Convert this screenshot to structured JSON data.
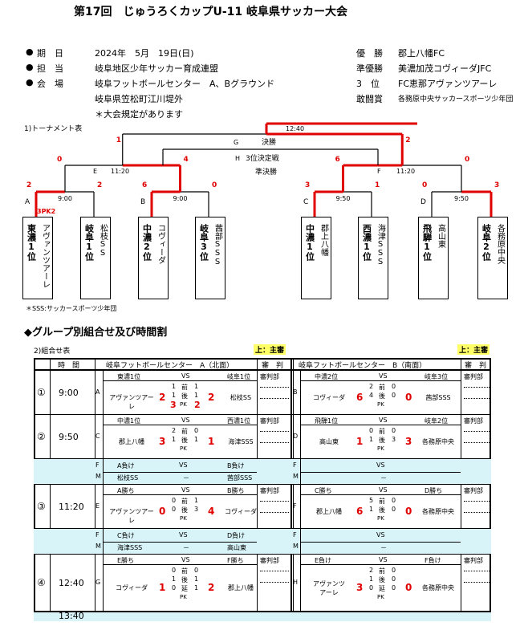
{
  "title": "第17回　じゅうろくカップU-11 岐阜県サッカー大会",
  "info": {
    "rows": [
      {
        "bullet": "●",
        "label": "期　日",
        "value": "2024年　5月　19日(日)"
      },
      {
        "bullet": "●",
        "label": "担　当",
        "value": "岐阜地区少年サッカー育成連盟"
      },
      {
        "bullet": "●",
        "label": "会　場",
        "value": "岐阜フットボールセンター　A、Bグラウンド"
      }
    ],
    "address": "岐阜県笠松町江川堤外",
    "note": "＊大会規定があります"
  },
  "results": [
    {
      "label": "優　勝",
      "value": "郡上八幡FC"
    },
    {
      "label": "準優勝",
      "value": "美濃加茂コヴィーダJFC"
    },
    {
      "label": "3　位",
      "value": "FC恵那アヴァンツアーレ"
    },
    {
      "label": "敢闘賞",
      "value": "各務原中央サッカースポーツ少年団"
    }
  ],
  "bracket": {
    "heading": "1)トーナメント表",
    "final_time": "12:40",
    "g_label": "G",
    "g_text": "決勝",
    "h_label": "H",
    "h_text": "3位決定戦",
    "semi_text": "準決勝",
    "e_label": "E",
    "e_time": "11:20",
    "f_label": "F",
    "f_time": "11:20",
    "final_scores": [
      "1",
      "2"
    ],
    "semi_scores": [
      "0",
      "4",
      "6",
      "0"
    ],
    "qf": [
      {
        "label": "A",
        "time": "9:00",
        "scores": [
          "2",
          "2"
        ],
        "pk": "3PK2"
      },
      {
        "label": "B",
        "time": "9:00",
        "scores": [
          "6",
          "0"
        ]
      },
      {
        "label": "C",
        "time": "9:50",
        "scores": [
          "3",
          "1"
        ]
      },
      {
        "label": "D",
        "time": "9:50",
        "scores": [
          "0",
          "3"
        ]
      }
    ],
    "teams": [
      {
        "main": "東濃1位",
        "sub": "アヴァンツアーレ"
      },
      {
        "main": "岐阜1位",
        "sub": "松枝SS"
      },
      {
        "main": "中濃2位",
        "sub": "コヴィーダ"
      },
      {
        "main": "岐阜3位",
        "sub": "茜部SSS"
      },
      {
        "main": "中濃1位",
        "sub": "郡上八幡"
      },
      {
        "main": "西濃1位",
        "sub": "海津SSS"
      },
      {
        "main": "飛騨1位",
        "sub": "高山東"
      },
      {
        "main": "岐阜2位",
        "sub": "各務原中央"
      }
    ],
    "footnote": "＊SSS:サッカースポーツ少年団"
  },
  "section2": "◆グループ別組合せ及び時間割",
  "table": {
    "heading": "2)組合せ表",
    "tag": "上：主審",
    "head_time": "時　間",
    "venue_a": "岐阜フットボールセンター　A（北面）",
    "venue_b": "岐阜フットボールセンター　B（南面）",
    "ref": "審　判",
    "ref_dept": "審判部",
    "vs": "VS",
    "pk": "PK",
    "dash": "－",
    "end_time": "13:40",
    "rounds": [
      {
        "no": "①",
        "time": "9:00",
        "a": {
          "code": "A",
          "h1": "東濃1位",
          "h2": "岐阜1位",
          "t1": "アヴァンツアーレ",
          "t2": "松枝SS",
          "s1": "2",
          "s2": "2",
          "halves": [
            [
              "1",
              "前",
              "1"
            ],
            [
              "1",
              "後",
              "1"
            ]
          ],
          "pk": [
            "3",
            "2"
          ]
        },
        "b": {
          "code": "B",
          "h1": "中濃2位",
          "h2": "岐阜3位",
          "t1": "コヴィーダ",
          "t2": "茜部SSS",
          "s1": "6",
          "s2": "0",
          "halves": [
            [
              "2",
              "前",
              "0"
            ],
            [
              "4",
              "後",
              "0"
            ]
          ]
        }
      },
      {
        "no": "②",
        "time": "9:50",
        "a": {
          "code": "C",
          "h1": "中濃1位",
          "h2": "西濃1位",
          "t1": "郡上八幡",
          "t2": "海津SSS",
          "s1": "3",
          "s2": "1",
          "halves": [
            [
              "2",
              "前",
              "0"
            ],
            [
              "1",
              "後",
              "1"
            ]
          ]
        },
        "b": {
          "code": "D",
          "h1": "飛騨1位",
          "h2": "岐阜2位",
          "t1": "高山東",
          "t2": "各務原中央",
          "s1": "1",
          "s2": "3",
          "halves": [
            [
              "0",
              "前",
              "0"
            ],
            [
              "1",
              "後",
              "3"
            ]
          ]
        }
      },
      {
        "fm": true,
        "a": {
          "h1": "A負け",
          "h2": "B負け",
          "t1": "松枝SS",
          "t2": "茜部SSS"
        },
        "b": {}
      },
      {
        "no": "③",
        "time": "11:20",
        "a": {
          "code": "E",
          "h1": "A勝ち",
          "h2": "B勝ち",
          "t1": "アヴァンツアーレ",
          "t2": "コヴィーダ",
          "s1": "0",
          "s2": "4",
          "halves": [
            [
              "0",
              "前",
              "1"
            ],
            [
              "0",
              "後",
              "3"
            ]
          ]
        },
        "b": {
          "code": "F",
          "h1": "C勝ち",
          "h2": "D勝ち",
          "t1": "郡上八幡",
          "t2": "各務原中央",
          "s1": "6",
          "s2": "0",
          "halves": [
            [
              "5",
              "前",
              "0"
            ],
            [
              "1",
              "後",
              "0"
            ]
          ]
        }
      },
      {
        "fm": true,
        "a": {
          "h1": "C負け",
          "h2": "D負け",
          "t1": "海津SSS",
          "t2": "高山東"
        },
        "b": {}
      },
      {
        "no": "④",
        "time": "12:40",
        "a": {
          "code": "G",
          "h1": "E勝ち",
          "h2": "F勝ち",
          "t1": "コヴィーダ",
          "t2": "郡上八幡",
          "s1": "1",
          "s2": "2",
          "halves": [
            [
              "0",
              "前",
              "0"
            ],
            [
              "1",
              "後",
              "1"
            ],
            [
              "0",
              "延",
              "1"
            ]
          ]
        },
        "b": {
          "code": "H",
          "h1": "E負け",
          "h2": "F負け",
          "t1": "アヴァンツ\nアーレ",
          "t2": "各務原中央",
          "s1": "3",
          "s2": "0",
          "halves": [
            [
              "2",
              "前",
              "0"
            ],
            [
              "1",
              "後",
              "0"
            ],
            [
              "0",
              "延",
              "0"
            ]
          ]
        }
      }
    ]
  }
}
